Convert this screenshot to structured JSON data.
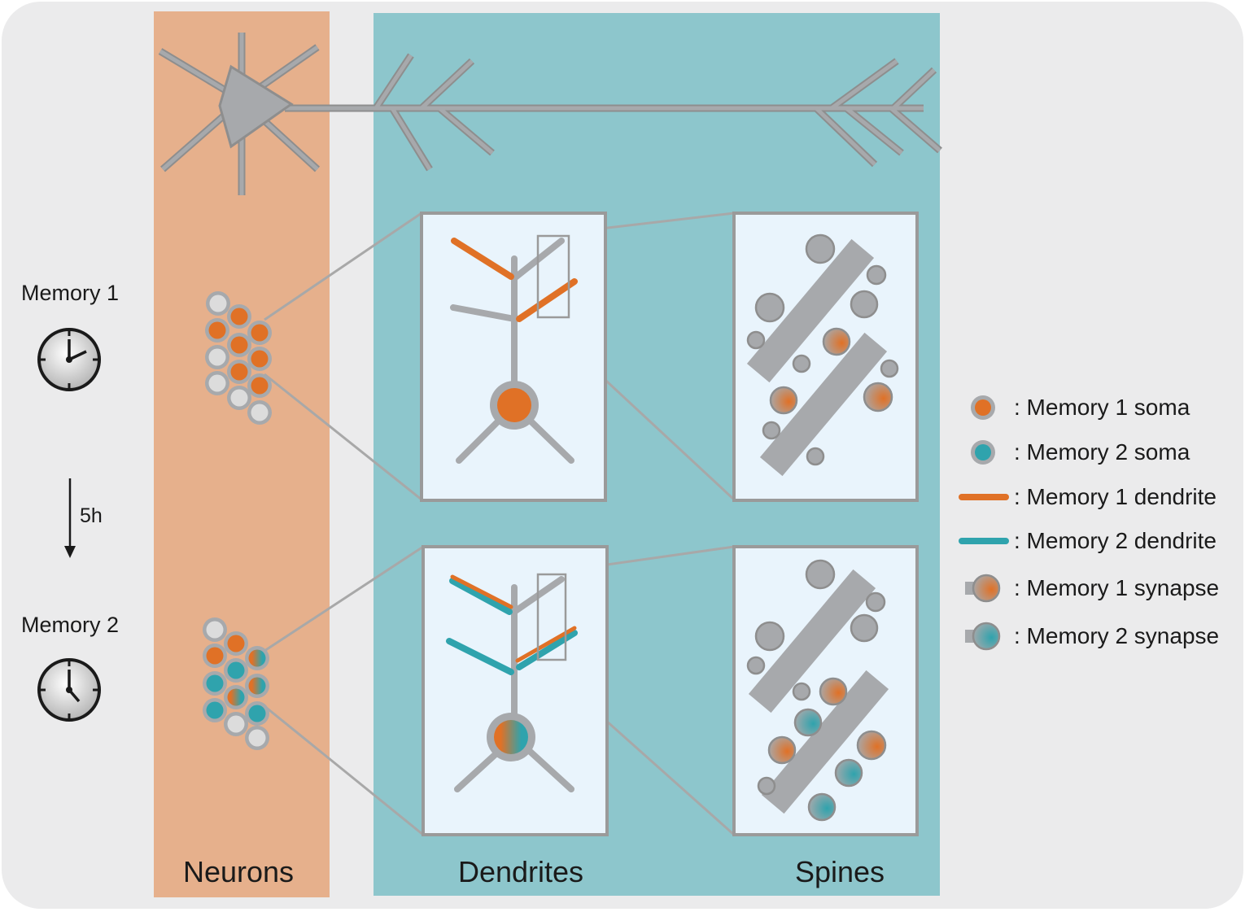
{
  "labels": {
    "memory1": "Memory 1",
    "memory2": "Memory 2",
    "interval": "5h",
    "neurons": "Neurons",
    "dendrites": "Dendrites",
    "spines": "Spines"
  },
  "legend": [
    {
      "symbol": "soma",
      "color": "orange",
      "text": ": Memory 1 soma"
    },
    {
      "symbol": "soma",
      "color": "teal",
      "text": ": Memory 2 soma"
    },
    {
      "symbol": "dendrite",
      "color": "orange",
      "text": ": Memory 1 dendrite"
    },
    {
      "symbol": "dendrite",
      "color": "teal",
      "text": ": Memory 2 dendrite"
    },
    {
      "symbol": "synapse",
      "color": "orange",
      "text": ": Memory 1 synapse"
    },
    {
      "symbol": "synapse",
      "color": "teal",
      "text": ": Memory 2 synapse"
    }
  ],
  "colors": {
    "background": "#ebebec",
    "neurons_band": "#e6b08c",
    "dendrites_band": "#8dc6cc",
    "panel": "#e9f4fc",
    "neuron_gray": "#a7a9ac",
    "outline_gray": "#9a9a9a",
    "memory1": "#e07126",
    "memory2": "#2fa3ad",
    "inactive_cell": "#dcdcdc"
  },
  "clusters": {
    "memory1": [
      "inactive",
      "memory1",
      "memory1",
      "memory1",
      "memory1",
      "inactive",
      "memory1",
      "memory1",
      "inactive",
      "memory1",
      "inactive",
      "inactive",
      "inactive"
    ],
    "memory2": [
      "inactive",
      "memory1",
      "memory1",
      "both",
      "memory2",
      "memory2",
      "both",
      "both",
      "memory2",
      "inactive",
      "memory2",
      "inactive"
    ]
  },
  "icons": [
    "clock-icon",
    "arrow-down-icon",
    "neuron-icon"
  ]
}
